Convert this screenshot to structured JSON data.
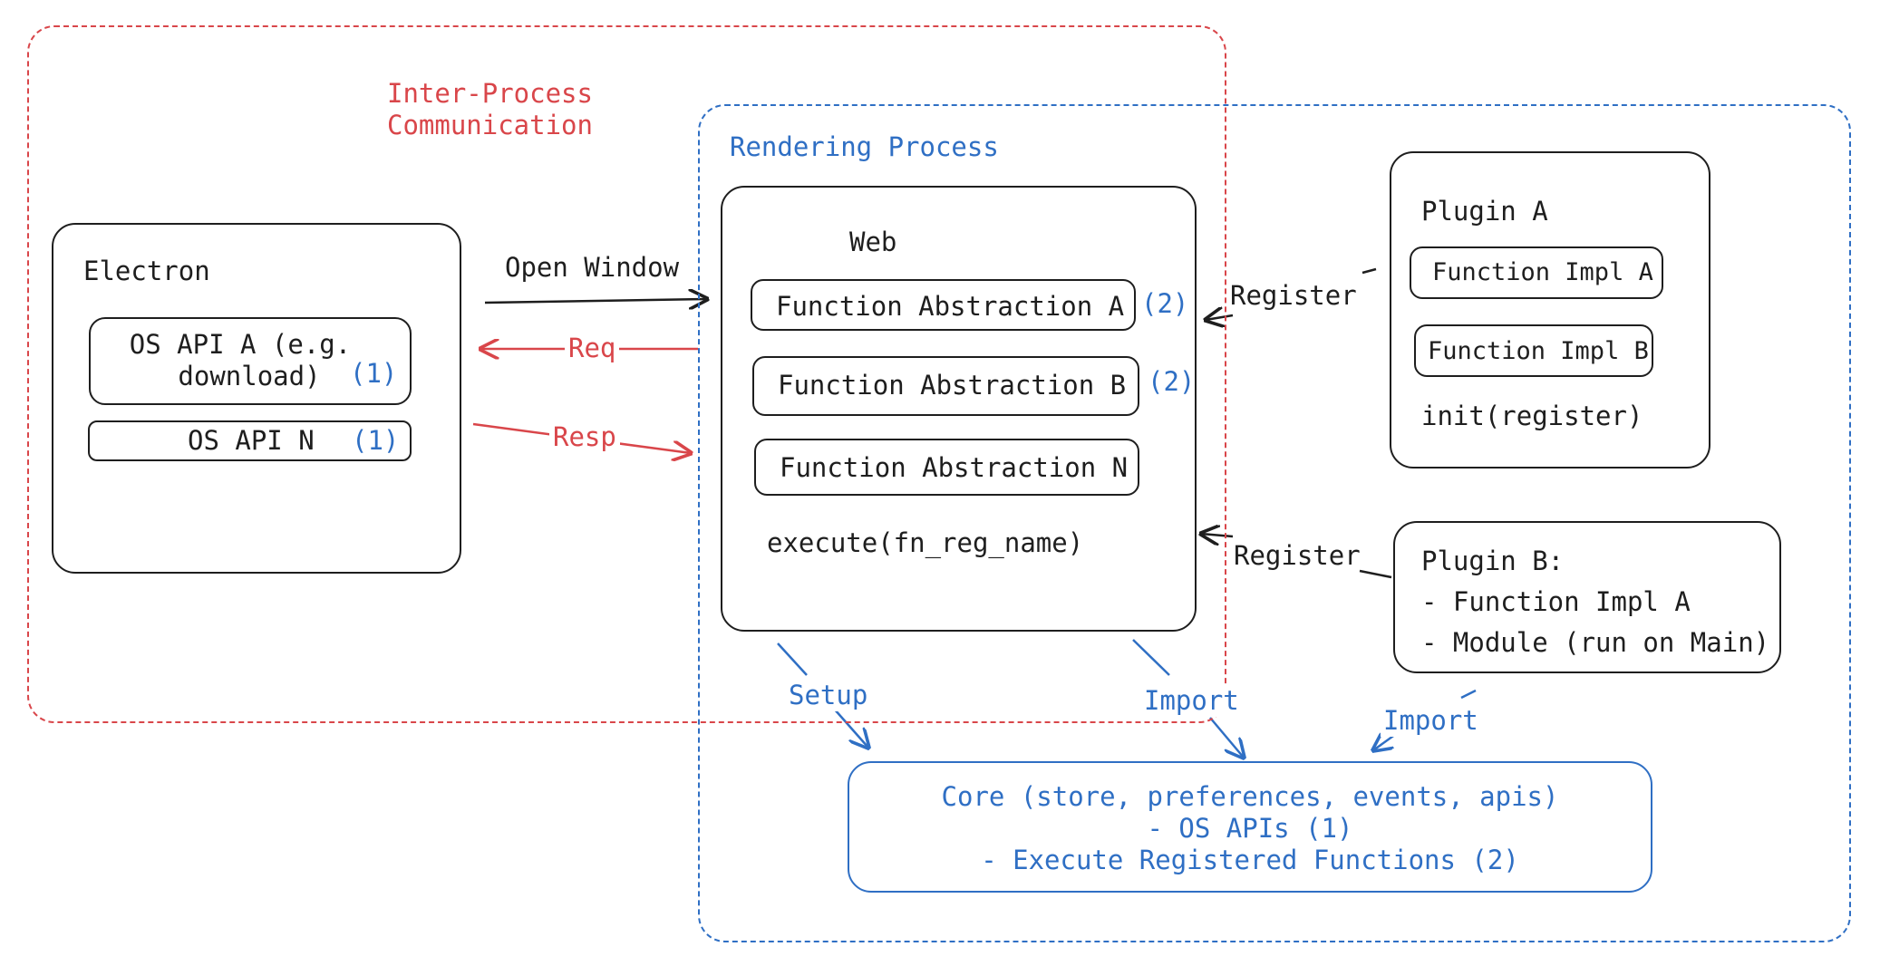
{
  "ipc": {
    "label_line1": "Inter-Process",
    "label_line2": "Communication"
  },
  "rendering": {
    "label": "Rendering Process"
  },
  "electron": {
    "title": "Electron",
    "api_a_line1": "OS API A (e.g.",
    "api_a_line2": "download)",
    "api_a_tag": "(1)",
    "api_n": "OS API N",
    "api_n_tag": "(1)"
  },
  "web": {
    "title": "Web",
    "fn_a": "Function Abstraction A",
    "fn_a_tag": "(2)",
    "fn_b": "Function Abstraction B",
    "fn_b_tag": "(2)",
    "fn_n": "Function Abstraction N",
    "execute": "execute(fn_reg_name)"
  },
  "plugin_a": {
    "title": "Plugin A",
    "impl_a": "Function Impl A",
    "impl_b": "Function Impl B",
    "init": "init(register)"
  },
  "plugin_b": {
    "title": "Plugin B:",
    "item1": "- Function Impl A",
    "item2": "- Module (run on Main)"
  },
  "core": {
    "line1": "Core (store, preferences, events, apis)",
    "line2": "- OS APIs (1)",
    "line3": "- Execute Registered Functions (2)"
  },
  "edges": {
    "open_window": "Open Window",
    "req": "Req",
    "resp": "Resp",
    "register_a": "Register",
    "register_b": "Register",
    "setup": "Setup",
    "import_web": "Import",
    "import_plugin": "Import"
  },
  "colors": {
    "ink": "#1e1e1e",
    "ipc_red": "#d9464a",
    "rendering_blue": "#2f6fc4"
  }
}
